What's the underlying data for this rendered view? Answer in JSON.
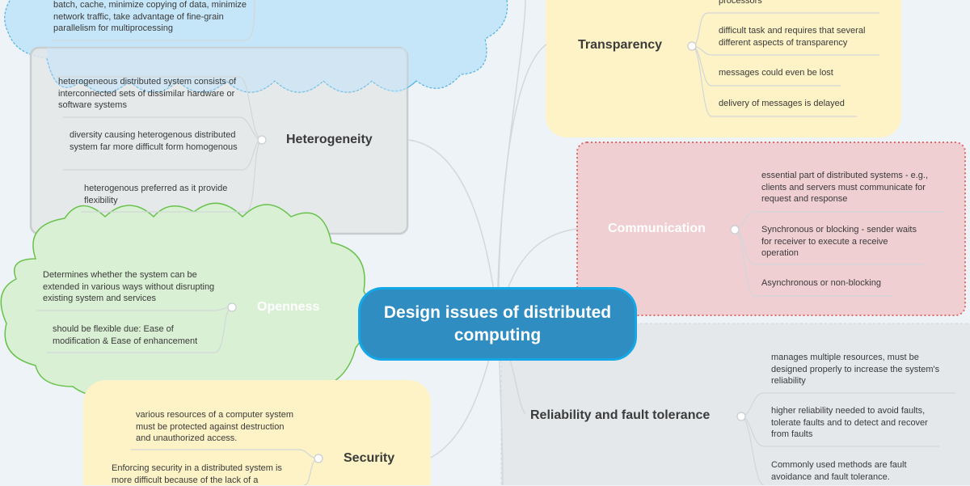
{
  "central": {
    "title": "Design issues of distributed computing"
  },
  "topics": {
    "performance": {
      "notes": [
        "batch, cache, minimize copying of data, minimize network traffic, take advantage of fine-grain parallelism for multiprocessing"
      ]
    },
    "heterogeneity": {
      "title": "Heterogeneity",
      "notes": [
        "heterogeneous distributed system consists of interconnected sets of dissimilar hardware or software systems",
        "diversity causing heterogenous distributed system far more difficult form homogenous",
        "heterogenous preferred as it provide flexibility"
      ]
    },
    "openness": {
      "title": "Openness",
      "notes": [
        "Determines whether the system can be extended in various ways without disrupting existing system and services",
        "should be flexible due: Ease of modification & Ease of enhancement"
      ]
    },
    "security": {
      "title": "Security",
      "notes": [
        "various resources of a computer system must be protected against destruction and unauthorized access.",
        "Enforcing security in a distributed system is more difficult because of the lack of a"
      ]
    },
    "transparency": {
      "title": "Transparency",
      "notes": [
        "processors",
        "difficult task and requires that several different aspects of transparency",
        "messages could even be lost",
        "delivery of messages is delayed"
      ]
    },
    "communication": {
      "title": "Communication",
      "notes": [
        "essential part of distributed systems - e.g., clients and servers must communicate for request and response",
        "Synchronous or blocking - sender waits for receiver to execute a receive operation",
        "Asynchronous or non-blocking"
      ]
    },
    "reliability": {
      "title": "Reliability and fault tolerance",
      "notes": [
        "manages multiple resources, must be designed properly to increase the system's reliability",
        "higher reliability needed to avoid faults, tolerate faults and to detect and recover from faults",
        "Commonly used methods are fault avoidance and fault tolerance."
      ]
    }
  },
  "colors": {
    "background": "#eef3f7",
    "central_fill": "#2f8dc2",
    "central_border": "#13a7e6",
    "performance_fill": "#c5e6f8",
    "heterogeneity_fill": "#e3e6e8",
    "openness_fill": "#daf0d4",
    "security_fill": "#fdf3c6",
    "transparency_fill": "#fdf3c6",
    "communication_fill": "#f0cfd3",
    "reliability_fill": "#e4e8eb"
  }
}
